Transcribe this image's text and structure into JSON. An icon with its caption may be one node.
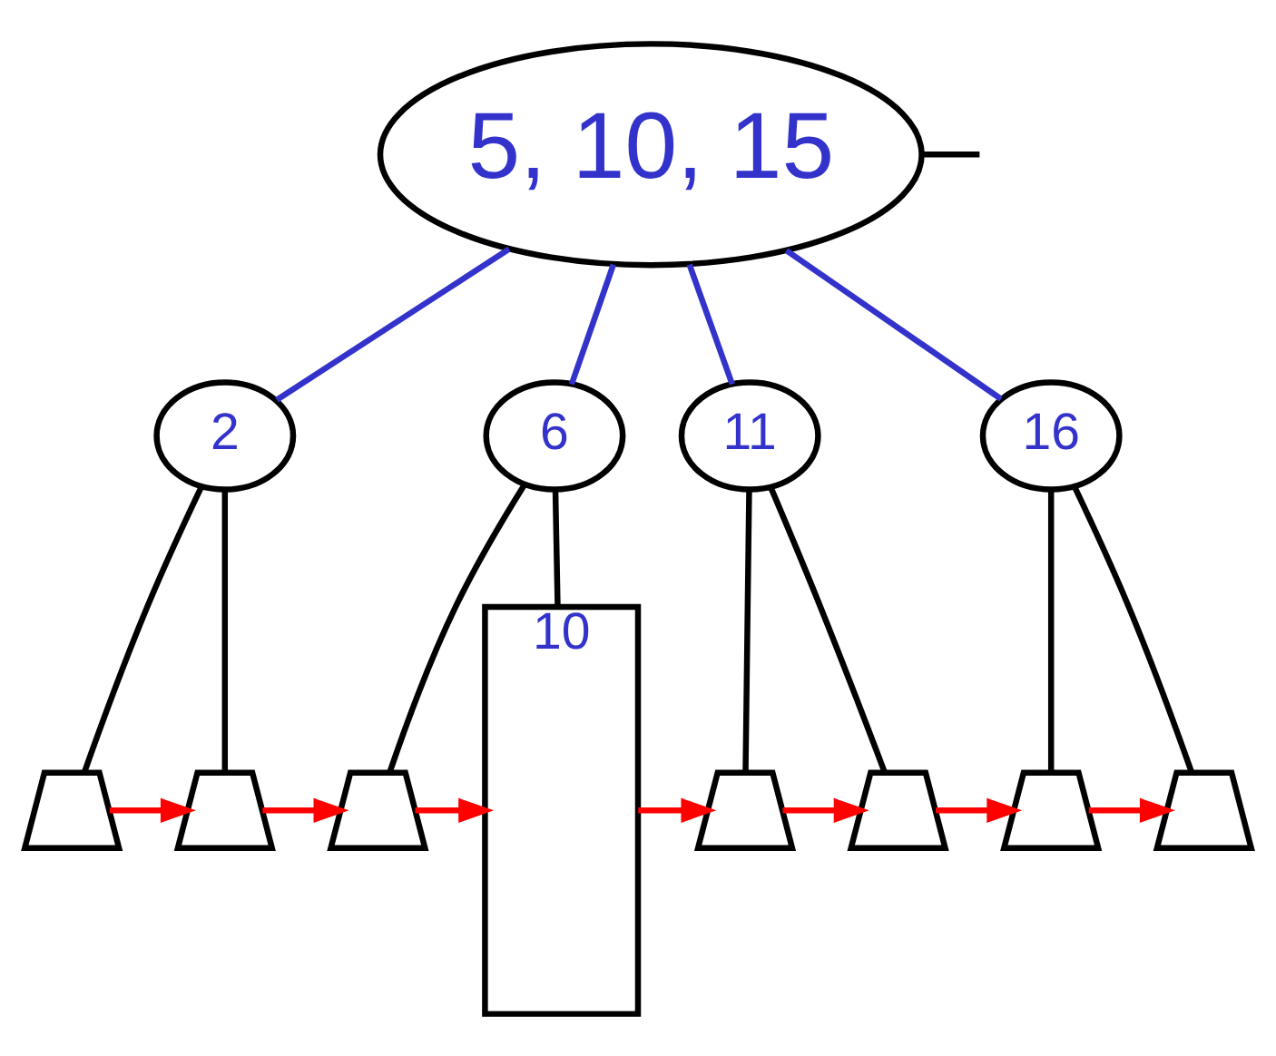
{
  "diagram": {
    "nodes": [
      {
        "text": [
          "5, 10, 15"
        ]
      },
      {
        "text": [
          "2"
        ]
      },
      {
        "text": [
          "6"
        ]
      },
      {
        "text": [
          "11"
        ]
      },
      {
        "text": [
          "16"
        ]
      },
      {
        "text": [],
        "shape": "trapezium"
      },
      {
        "text": [],
        "shape": "trapezium"
      },
      {
        "text": [],
        "shape": "trapezium"
      },
      {
        "text": [
          "10"
        ]
      },
      {
        "text": [],
        "shape": "trapezium"
      },
      {
        "text": [],
        "shape": "trapezium"
      },
      {
        "text": [],
        "shape": "trapezium"
      },
      {
        "text": [],
        "shape": "trapezium"
      }
    ],
    "edges": [
      {
        "from": 0,
        "to": null,
        "arrow": "none"
      },
      {
        "from": 0,
        "to": 1,
        "arrow": "none",
        "color": "#3333cc"
      },
      {
        "from": 0,
        "to": 2,
        "arrow": "none",
        "color": "#3333cc"
      },
      {
        "from": 0,
        "to": 3,
        "arrow": "none",
        "color": "#3333cc"
      },
      {
        "from": 0,
        "to": 4,
        "arrow": "none",
        "color": "#3333cc"
      },
      {
        "from": 1,
        "to": 5,
        "arrow": "none"
      },
      {
        "from": 1,
        "to": 6,
        "arrow": "none"
      },
      {
        "from": 2,
        "to": 7,
        "arrow": "none"
      },
      {
        "from": 2,
        "to": 8,
        "arrow": "none"
      },
      {
        "from": 3,
        "to": 9,
        "arrow": "none"
      },
      {
        "from": 3,
        "to": 10,
        "arrow": "none"
      },
      {
        "from": 4,
        "to": 11,
        "arrow": "none"
      },
      {
        "from": 4,
        "to": 12,
        "arrow": "none"
      },
      {
        "from": 5,
        "to": 6,
        "arrow": "to",
        "color": "#ff0000"
      },
      {
        "from": 6,
        "to": 7,
        "arrow": "to",
        "color": "#ff0000"
      },
      {
        "from": 7,
        "to": 8,
        "arrow": "to",
        "color": "#ff0000"
      },
      {
        "from": 8,
        "to": 9,
        "arrow": "to",
        "color": "#ff0000"
      },
      {
        "from": 9,
        "to": 10,
        "arrow": "to",
        "color": "#ff0000"
      },
      {
        "from": 10,
        "to": 11,
        "arrow": "to",
        "color": "#ff0000"
      },
      {
        "from": 11,
        "to": 12,
        "arrow": "to",
        "color": "#ff0000"
      }
    ]
  }
}
